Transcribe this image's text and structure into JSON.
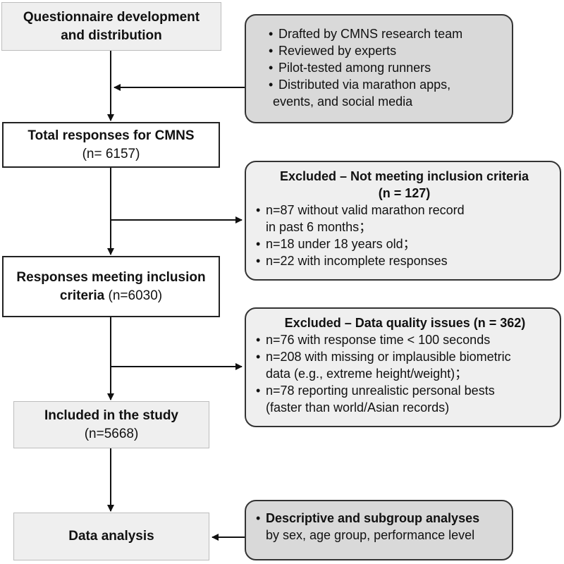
{
  "boxes": {
    "questionnaire": {
      "line1": "Questionnaire development",
      "line2": "and distribution"
    },
    "total": {
      "title": "Total responses for CMNS",
      "count": "(n= 6157)"
    },
    "meeting": {
      "line1": "Responses meeting inclusion",
      "line2_bold": "criteria",
      "line2_rest": " (n=6030)"
    },
    "included": {
      "title": "Included in the study",
      "count": "(n=5668)"
    },
    "analysis": {
      "title": "Data analysis"
    }
  },
  "side_boxes": {
    "development": {
      "items": [
        "Drafted by CMNS research team",
        "Reviewed by experts",
        "Pilot-tested among runners",
        "Distributed via marathon apps,"
      ],
      "item4_cont": "events, and social media"
    },
    "excluded1": {
      "title_line1": "Excluded – Not meeting inclusion criteria",
      "title_line2": "(n = 127)",
      "item1": "n=87 without valid marathon  record",
      "item1_cont": "in past 6 months；",
      "item2": "n=18 under 18 years old；",
      "item3": "n=22 with incomplete responses"
    },
    "excluded2": {
      "title": "Excluded – Data quality issues (n = 362)",
      "item1": "n=76 with response time < 100 seconds",
      "item2": "n=208 with missing or implausible biometric",
      "item2_cont": "data (e.g., extreme height/weight)；",
      "item3": "n=78 reporting unrealistic personal bests",
      "item3_cont": "(faster than world/Asian records)"
    },
    "analyses": {
      "title": "Descriptive and subgroup analyses",
      "detail": "by sex, age group,  performance level"
    }
  }
}
